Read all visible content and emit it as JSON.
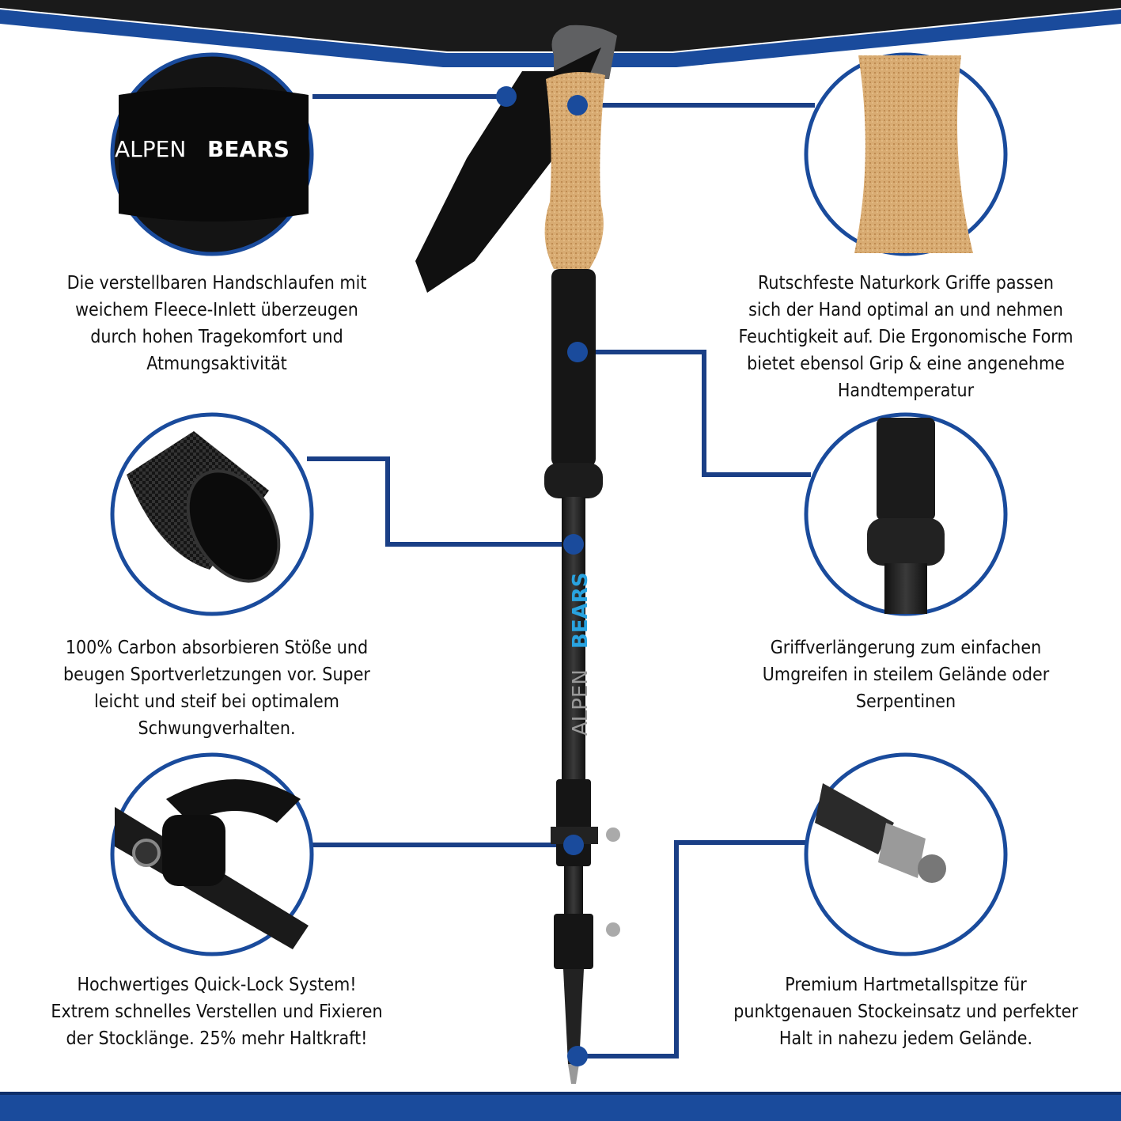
{
  "brand": {
    "name_light": "ALPEN",
    "name_bold": "BEARS"
  },
  "colors": {
    "accent_blue": "#1a4b9c",
    "dark": "#1a1a1a",
    "cork": "#d4a66e",
    "logo_cyan": "#29a3e0"
  },
  "features": [
    {
      "id": "strap",
      "lines": [
        "Die verstellbaren Handschlaufen mit",
        "weichem Fleece-Inlett überzeugen",
        "durch hohen Tragekomfort und",
        "Atmungsaktivität"
      ]
    },
    {
      "id": "cork",
      "lines": [
        "Rutschfeste Naturkork Griffe passen",
        "sich der Hand optimal an und nehmen",
        "Feuchtigkeit auf. Die Ergonomische Form",
        "bietet ebensol Grip &  eine angenehme",
        "Handtemperatur"
      ]
    },
    {
      "id": "carbon",
      "lines": [
        "100% Carbon absorbieren Stöße und",
        "beugen Sportverletzungen vor. Super",
        "leicht und steif bei optimalem",
        "Schwungverhalten."
      ]
    },
    {
      "id": "grip-extension",
      "lines": [
        "Griffverlängerung zum einfachen",
        "Umgreifen in steilem Gelände oder",
        "Serpentinen"
      ]
    },
    {
      "id": "quick-lock",
      "lines": [
        "Hochwertiges Quick-Lock System!",
        "Extrem schnelles Verstellen und Fixieren",
        "der Stocklänge. 25% mehr Haltkraft!"
      ]
    },
    {
      "id": "tip",
      "lines": [
        "Premium Hartmetallspitze für",
        "punktgenauen Stockeinsatz und perfekter",
        "Halt in nahezu jedem Gelände."
      ]
    }
  ]
}
